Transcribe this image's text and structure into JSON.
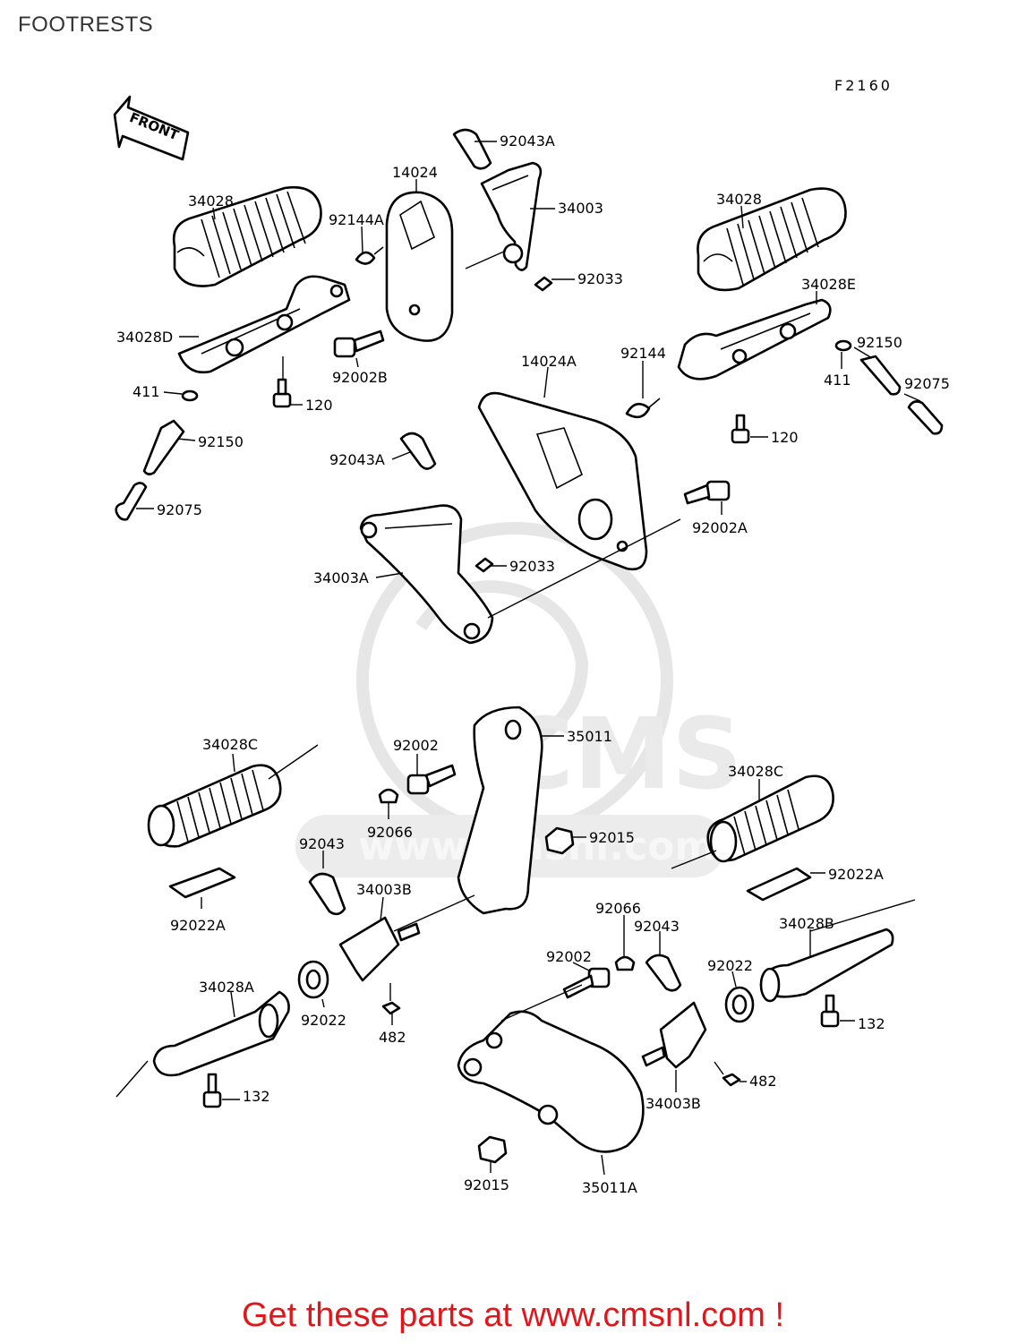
{
  "page": {
    "title": "FOOTRESTS",
    "figure_code": "F2160"
  },
  "front_arrow": {
    "label": "FRONT"
  },
  "watermark": {
    "text": "CMS",
    "url_text": "www.cmsnl.com"
  },
  "promo": {
    "prefix": "Get these parts at ",
    "link_text": "www.cmsnl.com",
    "suffix": " !"
  },
  "callouts": [
    "92043A",
    "14024",
    "34003",
    "92033",
    "34028",
    "92144A",
    "34028D",
    "92002B",
    "411",
    "120",
    "92150",
    "92075",
    "34028",
    "34028E",
    "92144",
    "92150",
    "411",
    "92075",
    "120",
    "14024A",
    "92043A",
    "92002A",
    "92033",
    "34003A",
    "34028C",
    "92002",
    "35011",
    "92066",
    "92043",
    "92015",
    "34003B",
    "92022A",
    "34028C",
    "92022A",
    "92066",
    "92043",
    "92002",
    "92022",
    "34028B",
    "34028A",
    "92022",
    "482",
    "132",
    "132",
    "482",
    "34003B",
    "92015",
    "35011A"
  ],
  "colors": {
    "promo": "#e0161b",
    "line": "#000000",
    "watermark": "#e6e6e6"
  }
}
